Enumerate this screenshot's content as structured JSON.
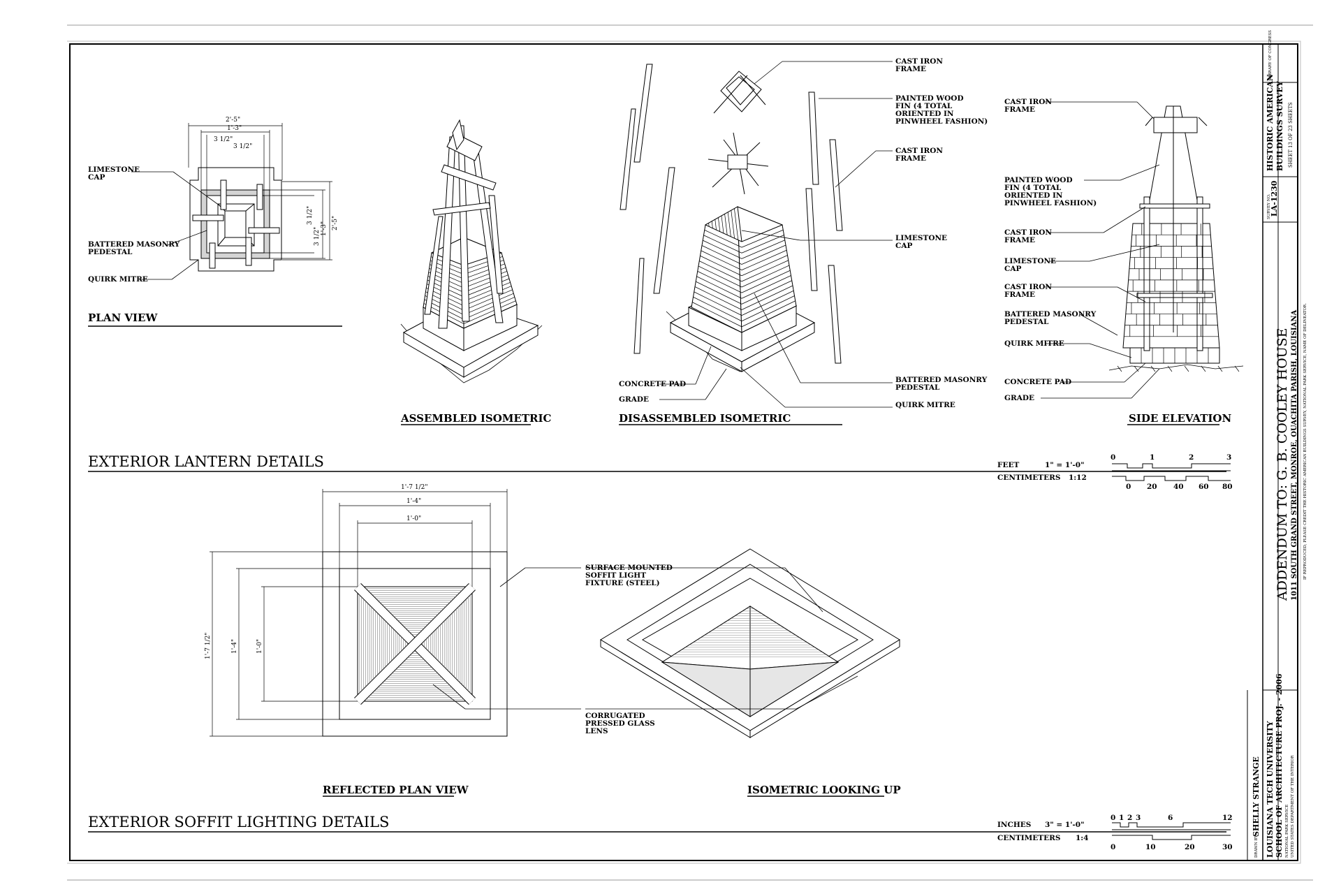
{
  "section_lantern": {
    "heading": "EXTERIOR LANTERN DETAILS",
    "plan_view": {
      "title": "PLAN VIEW",
      "labels": [
        "LIMESTONE",
        "CAP",
        "BATTERED MASONRY",
        "PEDESTAL",
        "QUIRK MITRE"
      ],
      "dims": [
        "2'-5\"",
        "1'-3\"",
        "3 1/2\"",
        "3 1/2\"",
        "3 1/2\"",
        "3 1/2\"",
        "1'-3\"",
        "2'-5\""
      ]
    },
    "assembled": {
      "title": "ASSEMBLED ISOMETRIC"
    },
    "disassembled": {
      "title": "DISASSEMBLED ISOMETRIC",
      "labels": [
        "CAST IRON",
        "FRAME",
        "PAINTED WOOD",
        "FIN (4 TOTAL",
        "ORIENTED IN",
        "PINWHEEL FASHION)",
        "CAST IRON",
        "FRAME",
        "LIMESTONE",
        "CAP",
        "BATTERED MASONRY",
        "PEDESTAL",
        "QUIRK MITRE",
        "CONCRETE PAD",
        "GRADE"
      ]
    },
    "side_elevation": {
      "title": "SIDE ELEVATION",
      "labels": [
        "CAST IRON",
        "FRAME",
        "PAINTED WOOD",
        "FIN (4 TOTAL",
        "ORIENTED IN",
        "PINWHEEL FASHION)",
        "CAST IRON",
        "FRAME",
        "LIMESTONE",
        "CAP",
        "CAST IRON",
        "FRAME",
        "BATTERED MASONRY",
        "PEDESTAL",
        "QUIRK MITRE",
        "CONCRETE PAD",
        "GRADE"
      ]
    },
    "scale": {
      "feet_label": "FEET",
      "feet_ratio": "1\" = 1'-0\"",
      "cm_label": "CENTIMETERS",
      "cm_ratio": "1:12",
      "feet_ticks": [
        "0",
        "1",
        "2",
        "3"
      ],
      "cm_ticks": [
        "0",
        "20",
        "40",
        "60",
        "80"
      ]
    }
  },
  "section_soffit": {
    "heading": "EXTERIOR SOFFIT LIGHTING DETAILS",
    "reflected_plan": {
      "title": "REFLECTED PLAN VIEW",
      "dims": [
        "1'-7 1/2\"",
        "1'-4\"",
        "1'-0\"",
        "1'-7 1/2\"",
        "1'-4\"",
        "1'-0\""
      ]
    },
    "iso_up": {
      "title": "ISOMETRIC LOOKING UP"
    },
    "labels": [
      "SURFACE MOUNTED",
      "SOFFIT LIGHT",
      "FIXTURE (STEEL)",
      "CORRUGATED",
      "PRESSED GLASS",
      "LENS"
    ],
    "scale": {
      "inches_label": "INCHES",
      "inches_ratio": "3\" = 1'-0\"",
      "cm_label": "CENTIMETERS",
      "cm_ratio": "1:4",
      "inch_ticks": [
        "0",
        "1",
        "2",
        "3",
        "6",
        "12"
      ],
      "cm_ticks": [
        "0",
        "10",
        "20",
        "30"
      ]
    }
  },
  "title_block": {
    "main_title": "ADDENDUM TO: G. B. COOLEY HOUSE",
    "address": "1011 SOUTH GRAND STREET,  MONROE,  OUACHITA PARISH,  LOUISIANA",
    "survey_line1": "HISTORIC AMERICAN",
    "survey_line2": "BUILDINGS SURVEY",
    "survey_no_label": "SURVEY NO.",
    "survey_no": "LA-1230",
    "sheet": "SHEET 13 OF 23 SHEETS",
    "library": "LIBRARY OF CONGRESS",
    "drawn_by_label": "DRAWN BY:",
    "drawn_by": "SHELLY STRANGE",
    "university": "LOUISIANA TECH UNIVERSITY",
    "school": "SCHOOL OF ARCHITECTURE PROJ. - 2006",
    "nps": "NATIONAL PARK SERVICE",
    "doi": "UNITED STATES DEPARTMENT OF THE INTERIOR",
    "reproduction_note": "IF REPRODUCED, PLEASE CREDIT THE HISTORIC AMERICAN BUILDINGS SURVEY, NATIONAL PARK SERVICE, NAME OF DELINEATOR."
  }
}
